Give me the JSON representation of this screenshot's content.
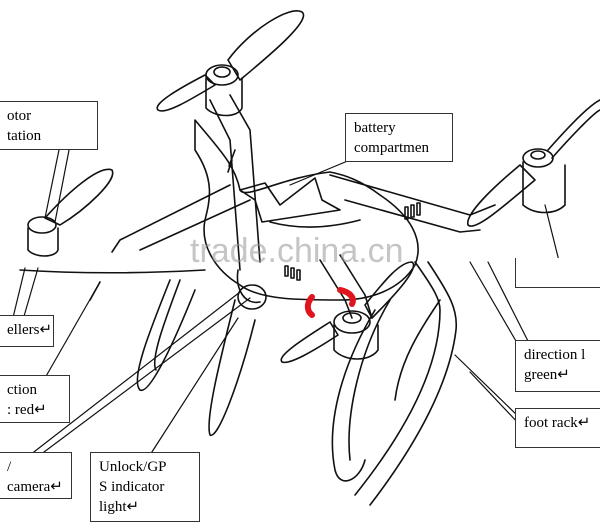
{
  "labels": {
    "motor_rotation": "otor\ntation",
    "battery_compartment": "battery\ncompartmen",
    "propellers": "ellers↵",
    "direction_light_red": "ction\n: red↵",
    "camera": "/ camera↵",
    "unlock_gps_light": "Unlock/GP\nS indicator\nlight↵",
    "direction_light_green": "direction l\ngreen↵",
    "foot_rack": "foot rack↵"
  },
  "watermark": "trade.china.cn",
  "colors": {
    "line": "#111111",
    "accent_red": "#e0141e",
    "callout_border": "#333333"
  }
}
